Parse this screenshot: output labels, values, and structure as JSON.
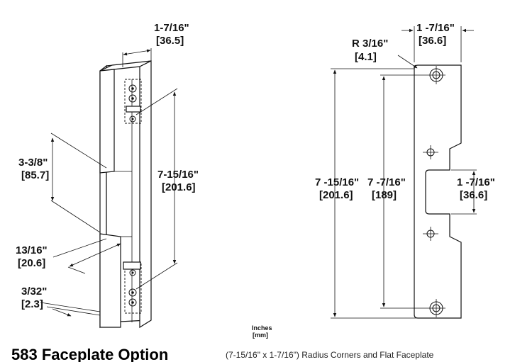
{
  "left_view": {
    "top_width": [
      "1-7/16\"",
      "[36.5]"
    ],
    "cutout_height": [
      "3-3/8\"",
      "[85.7]"
    ],
    "overall_length": [
      "7-15/16\"",
      "[201.6]"
    ],
    "flange_depth": [
      "13/16\"",
      "[20.6]"
    ],
    "thickness": [
      "3/32\"",
      "[2.3]"
    ]
  },
  "right_view": {
    "radius": [
      "R 3/16\"",
      "[4.1]"
    ],
    "top_width": [
      "1 -7/16\"",
      "[36.6]"
    ],
    "overall_length": [
      "7 -15/16\"",
      "[201.6]"
    ],
    "hole_spacing": [
      "7 -7/16\"",
      "[189]"
    ],
    "cutout_width": [
      "1 -7/16\"",
      "[36.6]"
    ]
  },
  "units": [
    "Inches",
    "[mm]"
  ],
  "footer": {
    "title": "583 Faceplate Option",
    "description": "(7-15/16\" x 1-7/16\") Radius Corners and Flat Faceplate"
  }
}
